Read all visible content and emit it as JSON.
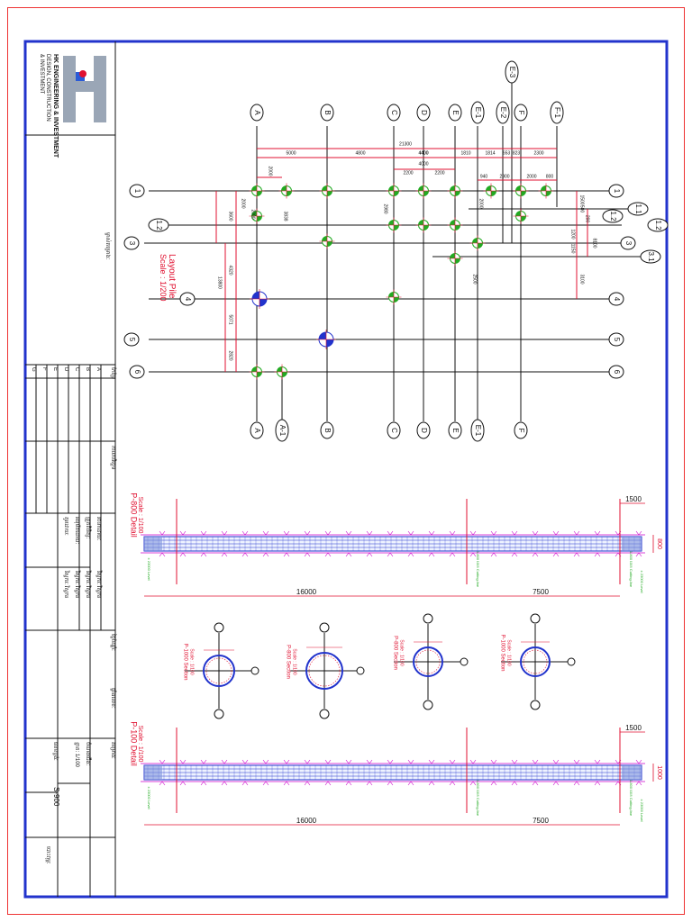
{
  "colors": {
    "frame": "#2233cc",
    "red": "#e01030",
    "green": "#22aa22",
    "blue": "#2233cc",
    "magenta": "#cc00cc",
    "black": "#111111"
  },
  "title_block": {
    "company": "HK ENGINEERING & INVESTMENT",
    "services_1": "DESIGN, CONSTRUCTION",
    "services_2": "& INVESTMENT",
    "owner_label": "ម្ចាស់គម្រោង:",
    "rev_letters": [
      "A",
      "B",
      "C",
      "D",
      "E",
      "F",
      "G"
    ],
    "rev_header": "កែប្រែ",
    "sign_header": "កាលបរិច្ឆេទ",
    "roles": [
      "រចនាដោយ:",
      "ត្រួតពិនិត្យ:",
      "អនុម័តដោយ:",
      "គូរដោយ:"
    ],
    "names": [
      "វិស្វករ: វិស្វករ",
      "វិស្វករ: វិស្វករ",
      "វិស្វករ: វិស្វករ",
      "វិស្វករ: វិស្វករ"
    ],
    "project_label": "គម្រោង:",
    "drawing_title_label": "ចំណងជើង:",
    "scale_label": "ខ្នាត: 1/100",
    "date_label": "ថ្ងៃខែឆ្នាំ:",
    "sheet_label": "ផ្ទាំងលេខ:",
    "drawing_no_label": "លេខប្លង់:",
    "doc_no": "S-900",
    "print_label": "បោះពុម្ព:"
  },
  "layout_plan": {
    "title": "Layout Pile",
    "scale": "Scale : 1/200",
    "top_grids": [
      "A",
      "B",
      "C",
      "D",
      "E",
      "E-1",
      "E-2",
      "F",
      "F-1",
      "E-3"
    ],
    "bottom_grids": [
      "A",
      "A-1",
      "B",
      "C",
      "D",
      "E",
      "E-1",
      "F"
    ],
    "rows": [
      "1",
      "1.2",
      "3",
      "4",
      "5",
      "6"
    ],
    "right_rows": [
      "1",
      "1.1",
      "1.2",
      "1.2",
      "3",
      "3.1",
      "4",
      "5",
      "6"
    ],
    "dims_top_overall": "21300",
    "dims_top_1": [
      "5000",
      "4800",
      "4400",
      "1810",
      "1814",
      "653",
      "823",
      "2300"
    ],
    "dims_top_2": [
      "4400",
      "4000"
    ],
    "dims_top_3": [
      "2200",
      "2200",
      "940",
      "2900",
      "2000",
      "800"
    ],
    "dims_left": [
      "2000",
      "3600",
      "4320",
      "13800",
      "5071",
      "2820"
    ],
    "dims_right": [
      "1500",
      "500",
      "200",
      "1200",
      "1150",
      "8100",
      "3100"
    ],
    "dims_misc": [
      "2000",
      "3838",
      "2980",
      "2000",
      "2000",
      "2500"
    ]
  },
  "pile_details": [
    {
      "title": "P-800 Detail",
      "scale": "Scale : 1/100",
      "len1": "16000",
      "len2": "7500",
      "end": "1500",
      "dia": "800",
      "cut": "1-800 លេខ Cutting-line",
      "tip": "± 23000 Level"
    },
    {
      "title": "P-100 Detail",
      "scale": "Scale : 1/100",
      "len1": "16000",
      "len2": "7500",
      "end": "1500",
      "dia": "1000",
      "cut": "1-800 លេខ Cutting-line",
      "tip": "± 23000 Level"
    }
  ],
  "sections": [
    {
      "title": "P-800 Section",
      "scale": "Scale : 1/100"
    },
    {
      "title": "P-1000 Section",
      "scale": "Scale : 1/100"
    },
    {
      "title": "P-800 Section",
      "scale": "Scale : 1/100"
    },
    {
      "title": "P-1000 Section",
      "scale": "Scale : 1/100"
    }
  ]
}
